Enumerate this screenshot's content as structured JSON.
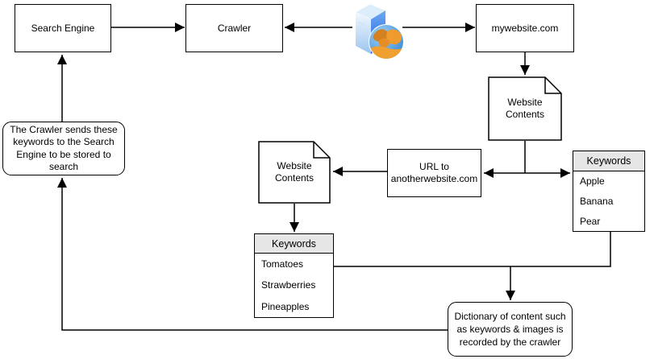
{
  "diagram": {
    "title": "Web crawler keyword indexing flow",
    "nodes": {
      "search_engine": {
        "label": "Search Engine"
      },
      "crawler": {
        "label": "Crawler"
      },
      "mywebsite": {
        "label": "mywebsite.com"
      },
      "website_contents_top": {
        "lines": [
          "Website",
          "Contents"
        ]
      },
      "website_contents_left": {
        "lines": [
          "Website",
          "Contents"
        ]
      },
      "url_box": {
        "lines": [
          "URL to",
          "anotherwebsite.com"
        ]
      },
      "keywords_right": {
        "header": "Keywords",
        "rows": [
          "Apple",
          "Banana",
          "Pear"
        ]
      },
      "keywords_left": {
        "header": "Keywords",
        "rows": [
          "Tomatoes",
          "Strawberries",
          "Pineapples"
        ]
      },
      "note_crawler": {
        "lines": [
          "The Crawler sends these",
          "keywords to the Search",
          "Engine to be stored to",
          "search"
        ]
      },
      "note_dictionary": {
        "lines": [
          "Dictionary of content such",
          "as keywords & images is",
          "recorded by the crawler"
        ]
      }
    },
    "icons": {
      "server": "web-server-with-globe"
    },
    "colors": {
      "background": "#ffffff",
      "node_fill": "#ffffff",
      "node_border": "#000000",
      "table_header_fill": "#e6e6e6",
      "connector": "#000000",
      "server_blue_light": "#9cc5ef",
      "server_blue_dark": "#1b5cd8",
      "globe_ocean": "#2f7fd0",
      "globe_land": "#f09b2e"
    }
  }
}
